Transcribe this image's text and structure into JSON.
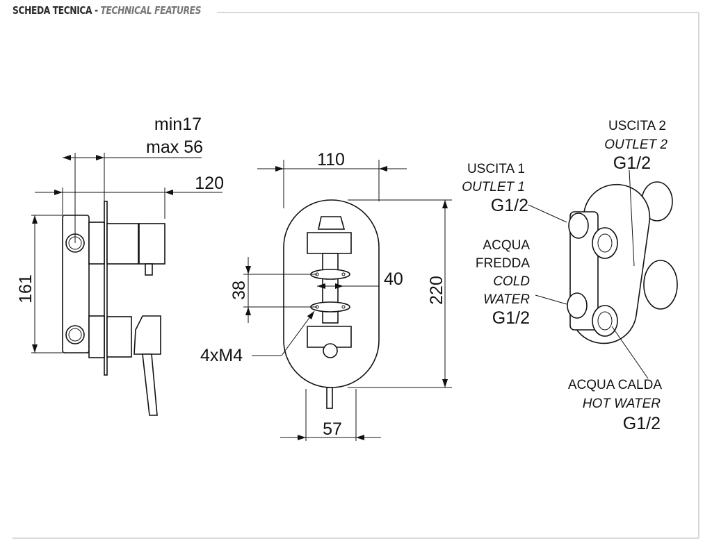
{
  "header": {
    "title_it": "SCHEDA TECNICA",
    "separator": "-",
    "title_en": "TECHNICAL FEATURES"
  },
  "side_view": {
    "depth_min": "min17",
    "depth_max": "max 56",
    "projection": "120",
    "height": "161"
  },
  "front_view": {
    "width": "110",
    "height": "220",
    "screw_spacing_v": "38",
    "screw_spacing_h": "40",
    "screws": "4xM4",
    "bottom_width": "57"
  },
  "connections": {
    "outlet2": {
      "it": "USCITA 2",
      "en": "OUTLET 2",
      "size": "G1/2"
    },
    "outlet1": {
      "it": "USCITA 1",
      "en": "OUTLET 1",
      "size": "G1/2"
    },
    "cold": {
      "it1": "ACQUA",
      "it2": "FREDDA",
      "en1": "COLD",
      "en2": "WATER",
      "size": "G1/2"
    },
    "hot": {
      "it": "ACQUA CALDA",
      "en": "HOT WATER",
      "size": "G1/2"
    }
  }
}
